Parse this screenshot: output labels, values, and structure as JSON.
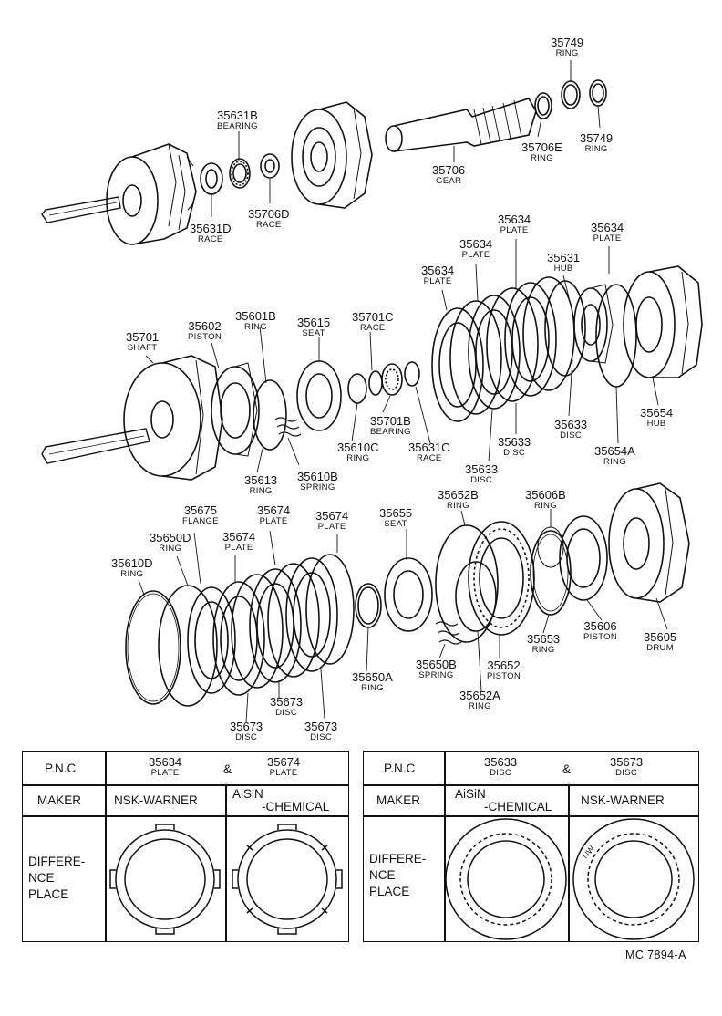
{
  "parts": [
    {
      "key": "p35749a",
      "pn": "35749",
      "name": "RING"
    },
    {
      "key": "p35631b",
      "pn": "35631B",
      "name": "BEARING"
    },
    {
      "key": "p35706e",
      "pn": "35706E",
      "name": "RING"
    },
    {
      "key": "p35749b",
      "pn": "35749",
      "name": "RING"
    },
    {
      "key": "p35706",
      "pn": "35706",
      "name": "GEAR"
    },
    {
      "key": "p35706d",
      "pn": "35706D",
      "name": "RACE"
    },
    {
      "key": "p35631d",
      "pn": "35631D",
      "name": "RACE"
    },
    {
      "key": "p35634a",
      "pn": "35634",
      "name": "PLATE"
    },
    {
      "key": "p35634b",
      "pn": "35634",
      "name": "PLATE"
    },
    {
      "key": "p35634c",
      "pn": "35634",
      "name": "PLATE"
    },
    {
      "key": "p35634d",
      "pn": "35634",
      "name": "PLATE"
    },
    {
      "key": "p35631",
      "pn": "35631",
      "name": "HUB"
    },
    {
      "key": "p35601b",
      "pn": "35601B",
      "name": "RING"
    },
    {
      "key": "p35615",
      "pn": "35615",
      "name": "SEAT"
    },
    {
      "key": "p35701c",
      "pn": "35701C",
      "name": "RACE"
    },
    {
      "key": "p35701",
      "pn": "35701",
      "name": "SHAFT"
    },
    {
      "key": "p35602",
      "pn": "35602",
      "name": "PISTON"
    },
    {
      "key": "p35654",
      "pn": "35654",
      "name": "HUB"
    },
    {
      "key": "p35701b",
      "pn": "35701B",
      "name": "BEARING"
    },
    {
      "key": "p35633a",
      "pn": "35633",
      "name": "DISC"
    },
    {
      "key": "p35633b",
      "pn": "35633",
      "name": "DISC"
    },
    {
      "key": "p35610c",
      "pn": "35610C",
      "name": "RING"
    },
    {
      "key": "p35631c",
      "pn": "35631C",
      "name": "RACE"
    },
    {
      "key": "p35654a",
      "pn": "35654A",
      "name": "RING"
    },
    {
      "key": "p35613",
      "pn": "35613",
      "name": "RING"
    },
    {
      "key": "p35610b",
      "pn": "35610B",
      "name": "SPRING"
    },
    {
      "key": "p35633c",
      "pn": "35633",
      "name": "DISC"
    },
    {
      "key": "p35675",
      "pn": "35675",
      "name": "FLANGE"
    },
    {
      "key": "p35674a",
      "pn": "35674",
      "name": "PLATE"
    },
    {
      "key": "p35652b",
      "pn": "35652B",
      "name": "RING"
    },
    {
      "key": "p35606b",
      "pn": "35606B",
      "name": "RING"
    },
    {
      "key": "p35650d",
      "pn": "35650D",
      "name": "RING"
    },
    {
      "key": "p35674b",
      "pn": "35674",
      "name": "PLATE"
    },
    {
      "key": "p35655",
      "pn": "35655",
      "name": "SEAT"
    },
    {
      "key": "p35674c",
      "pn": "35674",
      "name": "PLATE"
    },
    {
      "key": "p35610d",
      "pn": "35610D",
      "name": "RING"
    },
    {
      "key": "p35653",
      "pn": "35653",
      "name": "RING"
    },
    {
      "key": "p35606",
      "pn": "35606",
      "name": "PISTON"
    },
    {
      "key": "p35605",
      "pn": "35605",
      "name": "DRUM"
    },
    {
      "key": "p35650b",
      "pn": "35650B",
      "name": "SPRING"
    },
    {
      "key": "p35652",
      "pn": "35652",
      "name": "PISTON"
    },
    {
      "key": "p35650a",
      "pn": "35650A",
      "name": "RING"
    },
    {
      "key": "p35652a",
      "pn": "35652A",
      "name": "RING"
    },
    {
      "key": "p35673a",
      "pn": "35673",
      "name": "DISC"
    },
    {
      "key": "p35673b",
      "pn": "35673",
      "name": "DISC"
    },
    {
      "key": "p35673c",
      "pn": "35673",
      "name": "DISC"
    }
  ],
  "tables": {
    "left": {
      "pnc_label": "P.N.C",
      "pnc1": "35634",
      "pnc1_name": "PLATE",
      "amp": "&",
      "pnc2": "35674",
      "pnc2_name": "PLATE",
      "maker_label": "MAKER",
      "maker1": "NSK-WARNER",
      "maker2_line1": "AiSiN",
      "maker2_line2": "-CHEMICAL",
      "diff_line1": "DIFFERE-",
      "diff_line2": "NCE",
      "diff_line3": "PLACE"
    },
    "right": {
      "pnc_label": "P.N.C",
      "pnc1": "35633",
      "pnc1_name": "DISC",
      "amp": "&",
      "pnc2": "35673",
      "pnc2_name": "DISC",
      "maker_label": "MAKER",
      "maker1_line1": "AiSiN",
      "maker1_line2": "-CHEMICAL",
      "maker2": "NSK-WARNER",
      "diff_line1": "DIFFERE-",
      "diff_line2": "NCE",
      "diff_line3": "PLACE",
      "disc_mark": "NW"
    }
  },
  "drawing_code": "MC 7894-A"
}
